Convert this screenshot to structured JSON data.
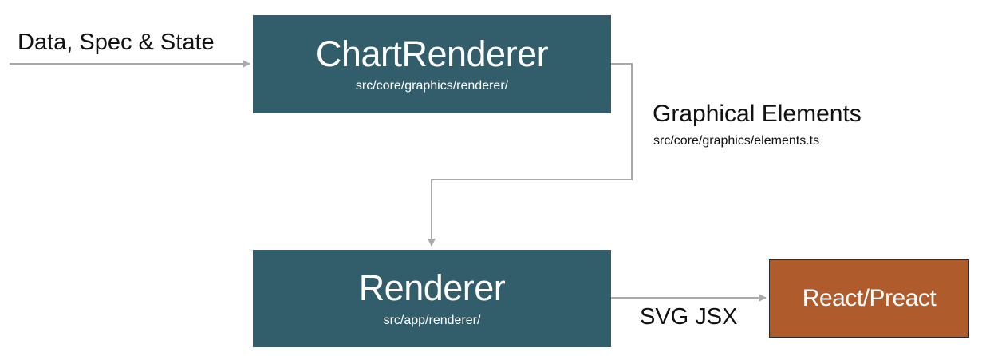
{
  "input": {
    "label": "Data, Spec & State"
  },
  "chart_renderer": {
    "title": "ChartRenderer",
    "path": "src/core/graphics/renderer/"
  },
  "graphical_elements": {
    "label": "Graphical Elements",
    "path": "src/core/graphics/elements.ts"
  },
  "renderer": {
    "title": "Renderer",
    "path": "src/app/renderer/"
  },
  "output": {
    "label": "SVG JSX"
  },
  "react": {
    "title": "React/Preact"
  },
  "colors": {
    "box": "#325d6a",
    "react_box": "#b05b2b",
    "arrow": "#aaaaaa"
  }
}
